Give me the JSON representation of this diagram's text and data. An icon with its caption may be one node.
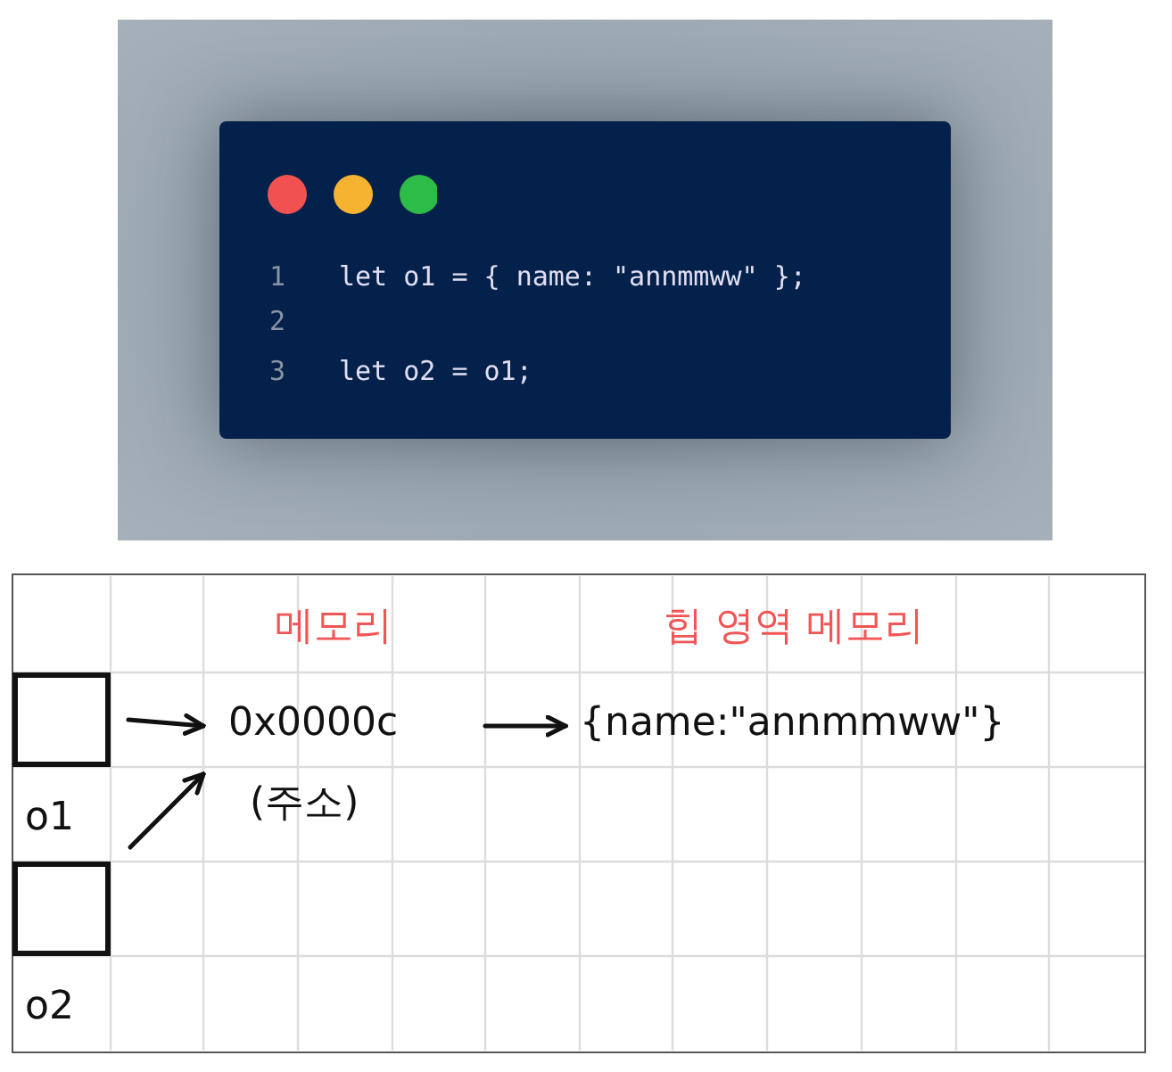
{
  "diagram": {
    "nodes": [
      {
        "text": [],
        "shape": "box",
        "beside": [
          "o1"
        ]
      },
      {
        "text": [],
        "shape": "box",
        "beside": [
          "o2"
        ]
      },
      {
        "text": [
          "0x0000c"
        ],
        "beside": [
          "(주소)"
        ]
      },
      {
        "text": [
          "{name:\"annmmww\"}"
        ]
      }
    ],
    "edges": [
      {
        "from": 0,
        "to": 2,
        "arrow": "to"
      },
      {
        "from": 1,
        "to": 2,
        "arrow": "to"
      },
      {
        "from": 2,
        "to": 3,
        "arrow": "to"
      }
    ],
    "labels": [
      "1",
      "let o1 = { name: \"annmmww\" };",
      "2",
      "3",
      "let o2 = o1;",
      "메모리",
      "힙 영역 메모리"
    ]
  }
}
